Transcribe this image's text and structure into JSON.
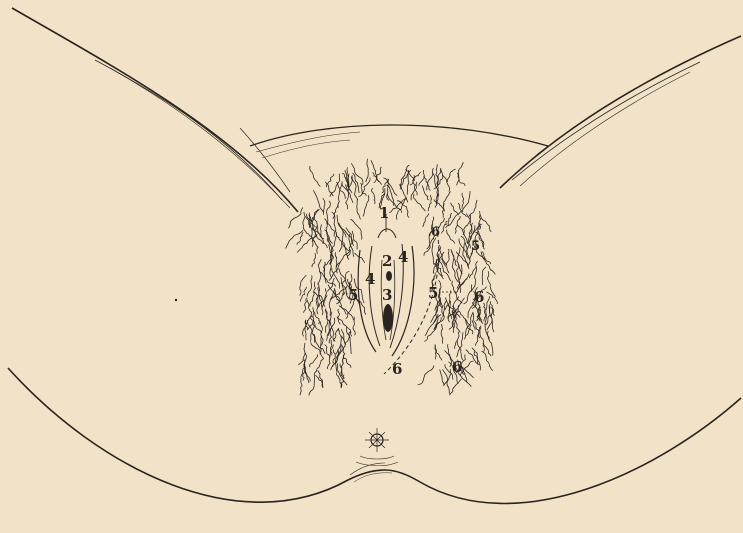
{
  "figure": {
    "background_color": "#f2e3c8",
    "ink_color": "#2a2420",
    "labels": {
      "l1": "1",
      "l2": "2",
      "l3": "3",
      "l4a": "4",
      "l4b": "4",
      "l5a": "5",
      "l5b": "5",
      "l5c": "5",
      "l6a": "6",
      "l6b": "6",
      "l6c": "6",
      "l6d": "6"
    }
  }
}
